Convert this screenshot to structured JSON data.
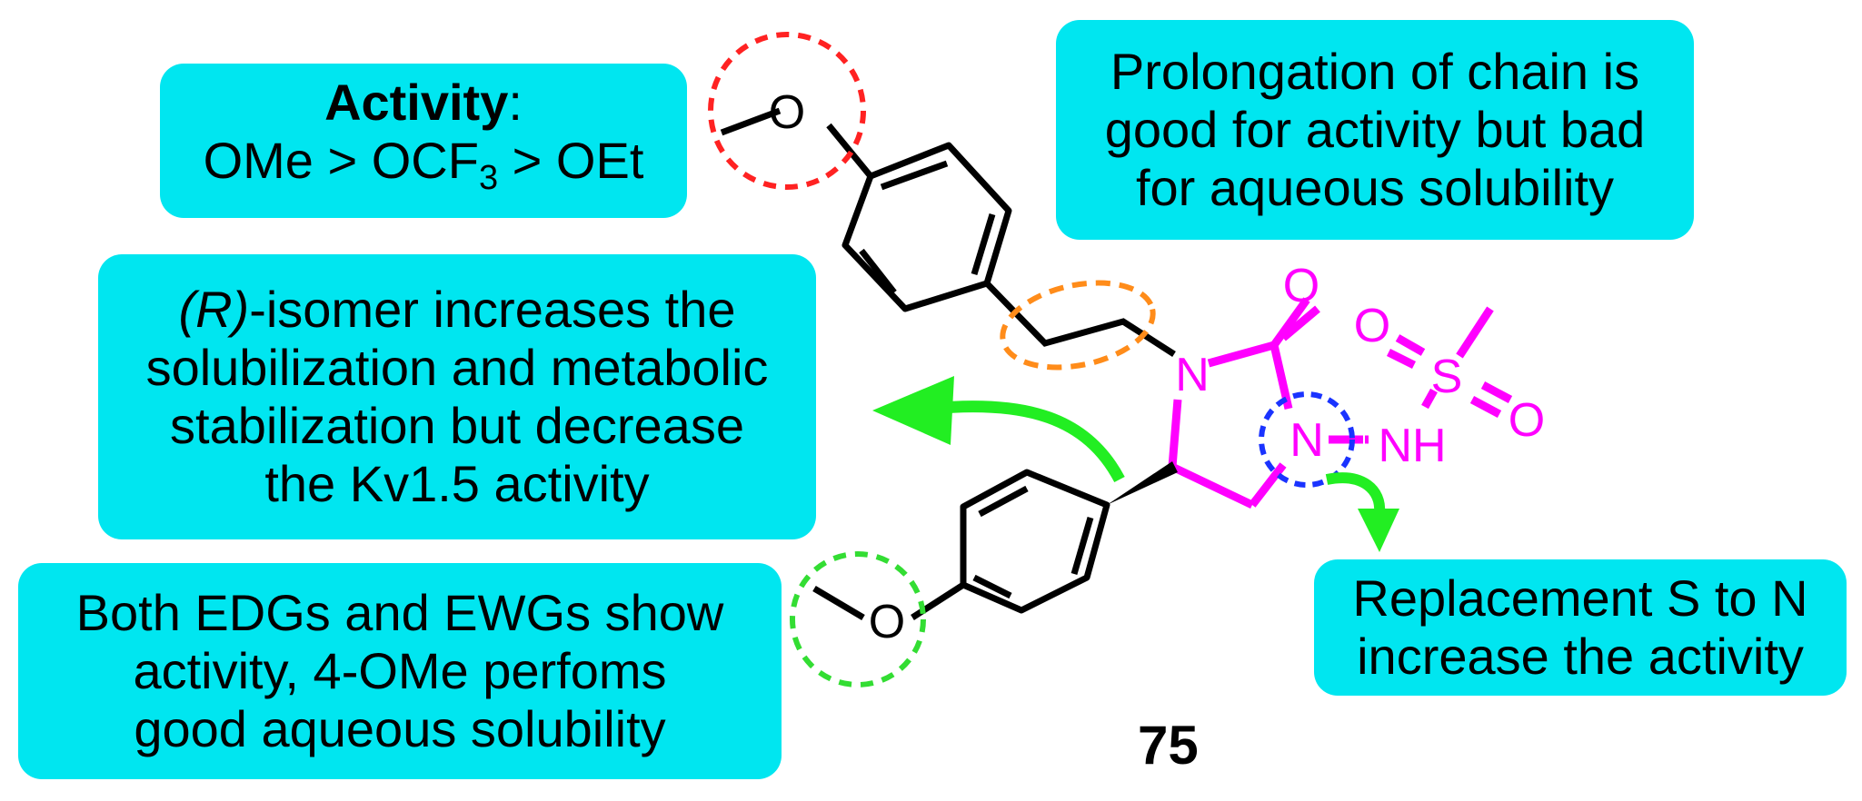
{
  "activity": {
    "heading": "Activity",
    "heading_suffix": ":",
    "order_part1": "OMe > OCF",
    "order_sub": "3",
    "order_part2": " > OEt"
  },
  "chain": {
    "lines": [
      "Prolongation of chain is",
      "good for activity but bad",
      "for  aqueous solubility"
    ]
  },
  "isomer": {
    "line1_italic": "(R)",
    "line1_rest": "-isomer increases the",
    "lines": [
      "solubilization and metabolic",
      "stabilization but decrease",
      "the Kv1.5 activity"
    ]
  },
  "edg": {
    "lines": [
      "Both EDGs and EWGs show",
      "activity, 4-OMe perfoms",
      "good aqueous solubility"
    ]
  },
  "replace": {
    "lines": [
      "Replacement S to N",
      "increase the activity"
    ]
  },
  "atoms": {
    "o_top": "O",
    "o_bottom": "O",
    "n1": "N",
    "n2": "N",
    "o_carbonyl": "O",
    "nh": "NH",
    "s": "S",
    "o_s1": "O",
    "o_s2": "O"
  },
  "compound_number": "75",
  "colors": {
    "box": "#00e6f0",
    "magenta": "#ff00ff",
    "red_circle": "#ff2222",
    "green_circle": "#33dd33",
    "blue_circle": "#1a33ff",
    "orange_ellipse": "#ff8c1a",
    "green_arrow": "#22ee22"
  }
}
